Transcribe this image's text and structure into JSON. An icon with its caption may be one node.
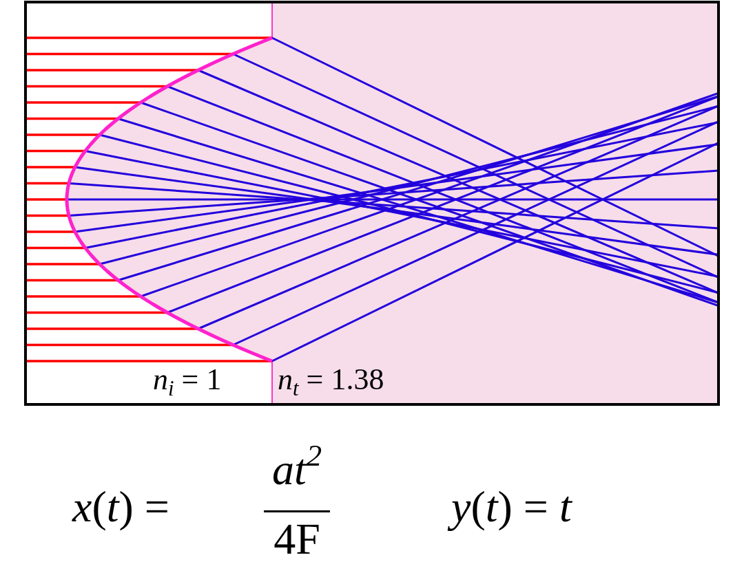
{
  "diagram": {
    "labels": [
      "*n*$_{i}$ = 1",
      "*n*$_{t}$ = 1.38",
      "*x*(*t*) =",
      "*at*$^{2}$",
      "4F",
      "*y*(*t*) = *t*"
    ]
  }
}
